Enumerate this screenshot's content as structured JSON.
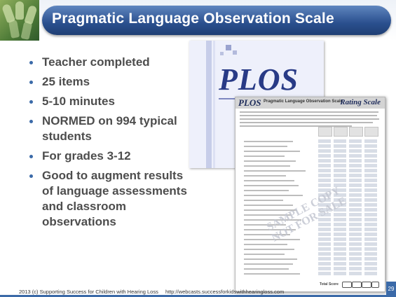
{
  "slide": {
    "title": "Pragmatic Language Observation Scale",
    "bullets": [
      "Teacher completed",
      "25 items",
      "5-10 minutes",
      "NORMED on 994 typical students",
      "For grades 3-12",
      "Good to augment results of language assessments and classroom observations"
    ],
    "footer_text": "2013 (c) Supporting Success for Children with Hearing Loss",
    "footer_url": "http://webcasts.successforkidswithhearingloss.com",
    "page_number": "29"
  },
  "cover": {
    "title": "PLOS"
  },
  "sheet": {
    "logo": "PLOS",
    "subtitle": "Pragmatic Language Observation Scale",
    "heading": "Rating Scale",
    "watermark_1": "SAMPLE COPY",
    "watermark_2": "NOT FOR SALE",
    "total_label": "Total Score"
  },
  "colors": {
    "title_pill": "#2a4f8e",
    "bullet_text": "#4d4d4d",
    "bullet_dot": "#3b6aa8",
    "cover_title": "#283a86"
  }
}
